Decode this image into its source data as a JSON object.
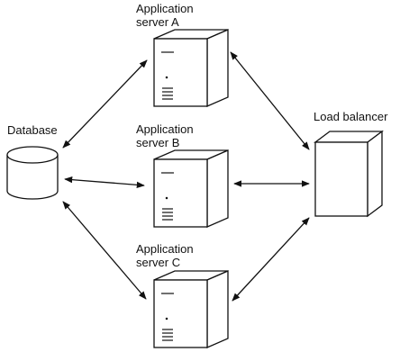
{
  "diagram": {
    "nodes": {
      "server_a": {
        "line1": "Application",
        "line2": "server A",
        "icon": "server-tower-icon"
      },
      "server_b": {
        "line1": "Application",
        "line2": "server B",
        "icon": "server-tower-icon"
      },
      "server_c": {
        "line1": "Application",
        "line2": "server C",
        "icon": "server-tower-icon"
      },
      "database": {
        "label": "Database",
        "icon": "database-cylinder-icon"
      },
      "load_balancer": {
        "label": "Load balancer",
        "icon": "load-balancer-box-icon"
      }
    },
    "edges": [
      {
        "from": "database",
        "to": "server_a",
        "arrows": "both"
      },
      {
        "from": "database",
        "to": "server_b",
        "arrows": "both"
      },
      {
        "from": "database",
        "to": "server_c",
        "arrows": "both"
      },
      {
        "from": "load_balancer",
        "to": "server_a",
        "arrows": "both"
      },
      {
        "from": "load_balancer",
        "to": "server_b",
        "arrows": "both"
      },
      {
        "from": "load_balancer",
        "to": "server_c",
        "arrows": "both"
      }
    ],
    "colors": {
      "stroke": "#111111",
      "fill": "#ffffff",
      "background": "#ffffff"
    }
  }
}
